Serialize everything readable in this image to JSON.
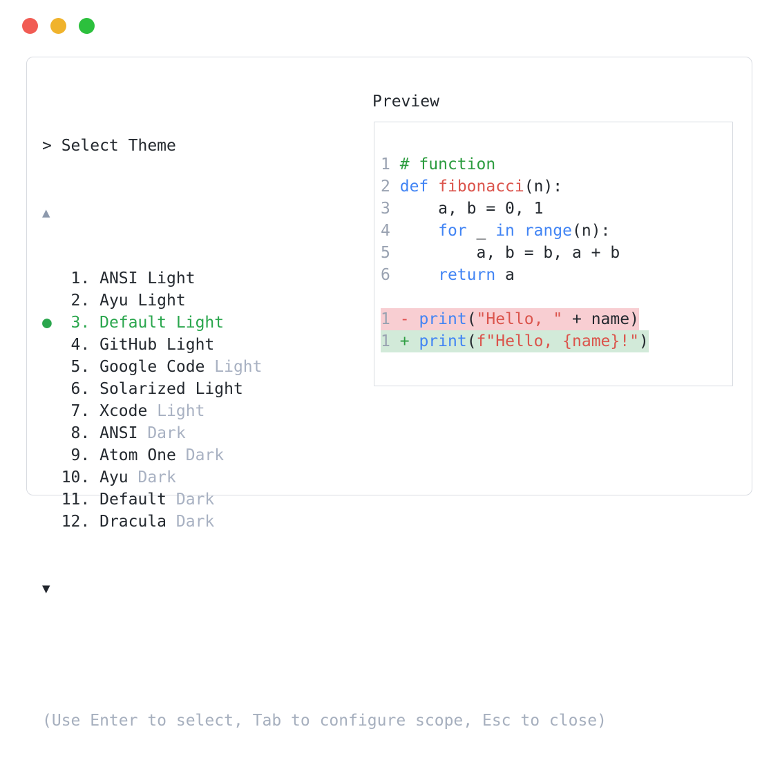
{
  "window_controls": {
    "close": "close",
    "minimize": "minimize",
    "zoom": "zoom"
  },
  "colors": {
    "traffic_red": "#f15c54",
    "traffic_yellow": "#f0b32c",
    "traffic_green": "#2cc03d",
    "accent_green": "#2aa64d",
    "muted_gray": "#a8b1c2",
    "code_keyword_blue": "#4184f4",
    "code_string_red": "#db544c",
    "code_comment_green": "#2c9c3f",
    "diff_delete_bg": "#f8ced2",
    "diff_add_bg": "#d2ead9"
  },
  "theme_picker": {
    "prompt": "> Select Theme",
    "scroll_up_indicator": "▲",
    "scroll_down_indicator": "▼",
    "selected_bullet": "●",
    "items": [
      {
        "number": "1",
        "name": "ANSI Light",
        "variant": "",
        "selected": false
      },
      {
        "number": "2",
        "name": "Ayu Light",
        "variant": "",
        "selected": false
      },
      {
        "number": "3",
        "name": "Default Light",
        "variant": "",
        "selected": true
      },
      {
        "number": "4",
        "name": "GitHub Light",
        "variant": "",
        "selected": false
      },
      {
        "number": "5",
        "name": "Google Code",
        "variant": "Light",
        "selected": false
      },
      {
        "number": "6",
        "name": "Solarized Light",
        "variant": "",
        "selected": false
      },
      {
        "number": "7",
        "name": "Xcode",
        "variant": "Light",
        "selected": false
      },
      {
        "number": "8",
        "name": "ANSI",
        "variant": "Dark",
        "selected": false
      },
      {
        "number": "9",
        "name": "Atom One",
        "variant": "Dark",
        "selected": false
      },
      {
        "number": "10",
        "name": "Ayu",
        "variant": "Dark",
        "selected": false
      },
      {
        "number": "11",
        "name": "Default",
        "variant": "Dark",
        "selected": false
      },
      {
        "number": "12",
        "name": "Dracula",
        "variant": "Dark",
        "selected": false
      }
    ],
    "help_text": "(Use Enter to select, Tab to configure scope, Esc to close)"
  },
  "preview": {
    "title": "Preview",
    "code_lines": [
      {
        "num": "1",
        "tokens": [
          [
            "# function",
            "comment"
          ]
        ]
      },
      {
        "num": "2",
        "tokens": [
          [
            "def",
            "keyword"
          ],
          [
            " ",
            ""
          ],
          [
            "fibonacci",
            "func"
          ],
          [
            "(n):",
            ""
          ]
        ]
      },
      {
        "num": "3",
        "tokens": [
          [
            "    a, b = 0, 1",
            ""
          ]
        ]
      },
      {
        "num": "4",
        "tokens": [
          [
            "    ",
            ""
          ],
          [
            "for",
            "keyword"
          ],
          [
            " _ ",
            ""
          ],
          [
            "in",
            "keyword"
          ],
          [
            " ",
            ""
          ],
          [
            "range",
            "keyword"
          ],
          [
            "(n):",
            ""
          ]
        ]
      },
      {
        "num": "5",
        "tokens": [
          [
            "        a, b = b, a + b",
            ""
          ]
        ]
      },
      {
        "num": "6",
        "tokens": [
          [
            "    ",
            ""
          ],
          [
            "return",
            "keyword"
          ],
          [
            " a",
            ""
          ]
        ]
      },
      {
        "num": "",
        "tokens": []
      },
      {
        "num": "1",
        "diff": "del",
        "tokens": [
          [
            "-",
            "sign-del"
          ],
          [
            " ",
            ""
          ],
          [
            "print",
            "keyword"
          ],
          [
            "(",
            ""
          ],
          [
            "\"Hello, \"",
            "string"
          ],
          [
            " + name)",
            ""
          ]
        ]
      },
      {
        "num": "1",
        "diff": "add",
        "tokens": [
          [
            "+",
            "sign-add"
          ],
          [
            " ",
            ""
          ],
          [
            "print",
            "keyword"
          ],
          [
            "(",
            ""
          ],
          [
            "f\"Hello, {name}!\"",
            "string"
          ],
          [
            ")",
            ""
          ]
        ]
      }
    ]
  }
}
